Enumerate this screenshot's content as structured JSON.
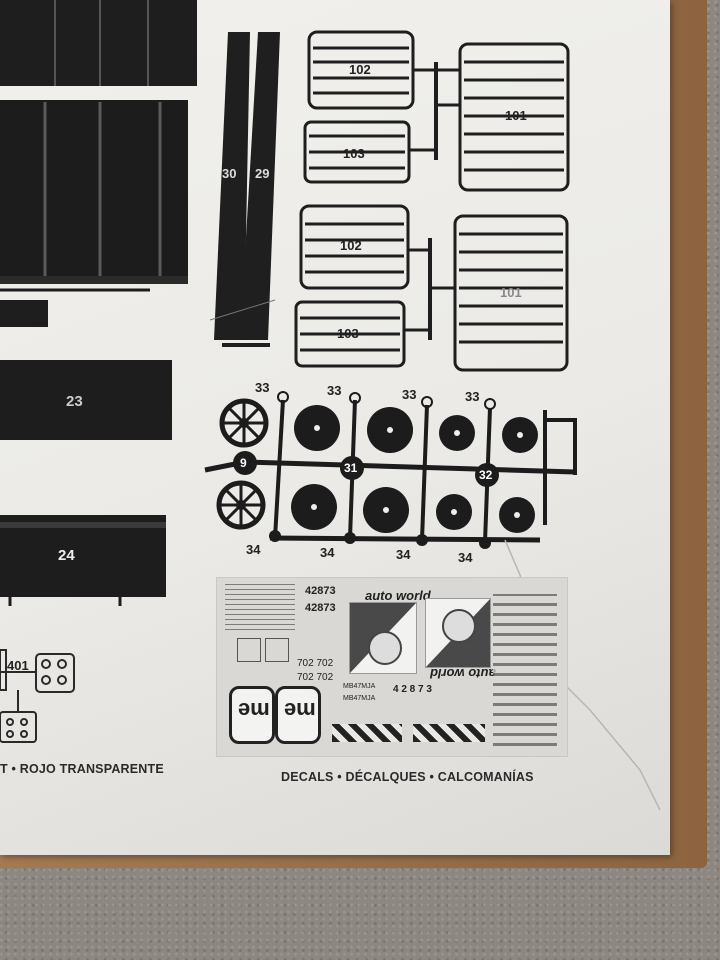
{
  "parts": {
    "p101": "101",
    "p102": "102",
    "p103": "103",
    "p29": "29",
    "p30": "30",
    "p23": "23",
    "p24": "24",
    "p9": "9",
    "p31": "31",
    "p32": "32",
    "p33": "33",
    "p34": "34",
    "p401": "401"
  },
  "captions": {
    "clear_red": "T • ROJO TRANSPARENTE",
    "decals": "DECALS • DÉCALQUES • CALCOMANÍAS"
  },
  "decal_sheet": {
    "code": "42873",
    "brand": "auto world",
    "logo": "me",
    "values": [
      "702 702",
      "702 702"
    ],
    "plate": "MB47MJA",
    "plate_digits": "4 2 8 7 3"
  },
  "colors": {
    "plastic": "#1b1b1b",
    "paper": "#eeede9",
    "box": "#9b7148"
  }
}
